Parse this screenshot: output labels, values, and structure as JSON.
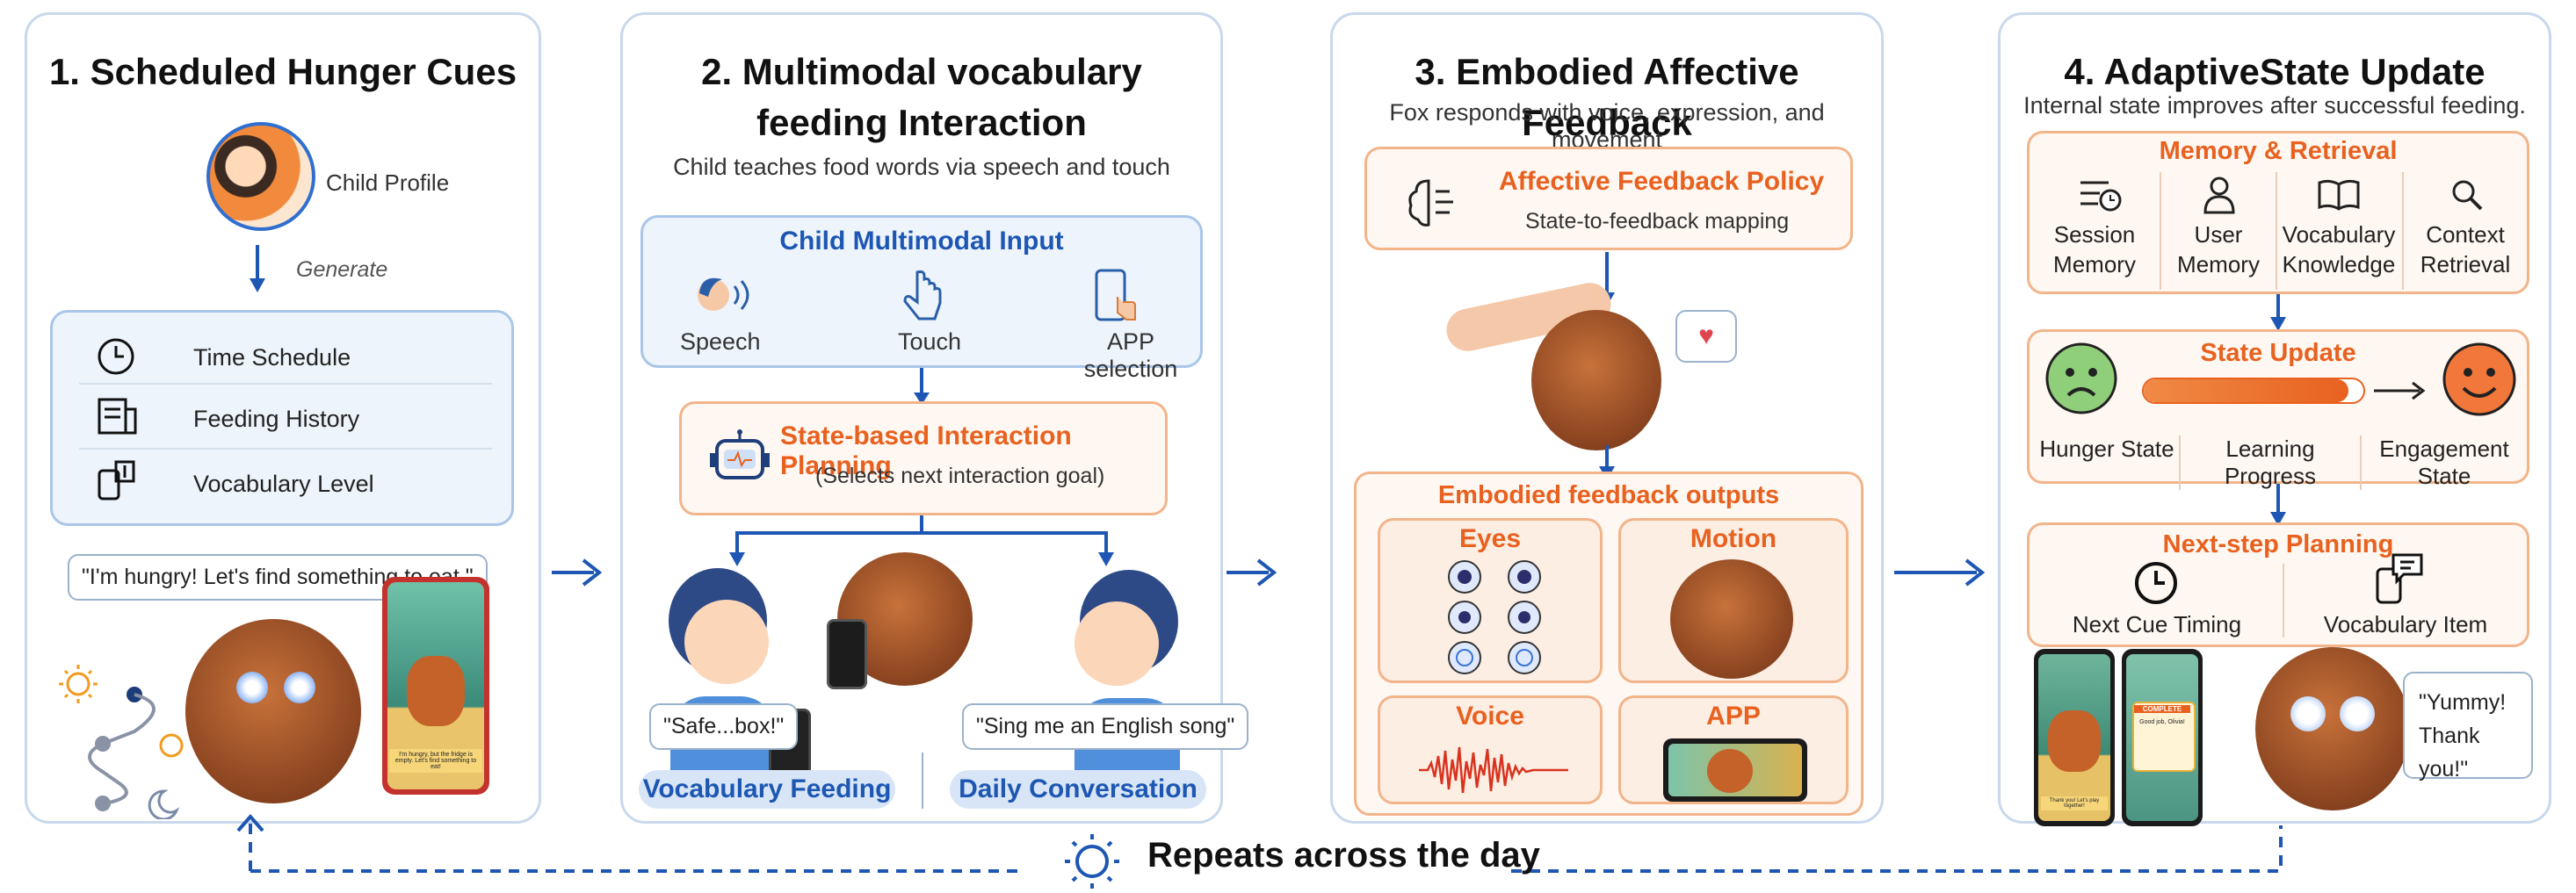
{
  "panel1": {
    "title": "1. Scheduled Hunger Cues",
    "profile_label": "Child Profile",
    "generate_label": "Generate",
    "schedule_items": [
      {
        "icon": "clock-icon",
        "label": "Time Schedule"
      },
      {
        "icon": "history-icon",
        "label": "Feeding History"
      },
      {
        "icon": "vocabulary-icon",
        "label": "Vocabulary Level"
      }
    ],
    "speech_bubble": "\"I'm hungry! Let's find something to eat.\"",
    "phone_caption": "I'm hungry, but the fridge is empty. Let's find something to eat!"
  },
  "panel2": {
    "title_line1": "2. Multimodal vocabulary",
    "title_line2": "feeding  Interaction",
    "subtitle": "Child teaches food words via speech and touch",
    "input_box_title": "Child Multimodal Input",
    "inputs": [
      {
        "icon": "speech-icon",
        "label": "Speech"
      },
      {
        "icon": "touch-icon",
        "label": "Touch"
      },
      {
        "icon": "app-selection-icon",
        "label": "APP selection"
      }
    ],
    "planning_title": "State-based Interaction Planning",
    "planning_subtitle": "(Selects next interaction goal)",
    "bubble_left": "\"Safe...box!\"",
    "bubble_right": "\"Sing me an English song\"",
    "mode_left": "Vocabulary Feeding",
    "mode_right": "Daily Conversation"
  },
  "panel3": {
    "title": "3. Embodied Affective Feedback",
    "subtitle": "Fox  responds with voice, expression, and movement",
    "policy_title": "Affective Feedback Policy",
    "policy_subtitle": "State-to-feedback mapping",
    "outputs_title": "Embodied feedback outputs",
    "outputs": [
      {
        "label": "Eyes"
      },
      {
        "label": "Motion"
      },
      {
        "label": "Voice"
      },
      {
        "label": "APP"
      }
    ]
  },
  "panel4": {
    "title": "4. AdaptiveState Update",
    "subtitle": "Internal state improves after successful feeding.",
    "memory_title": "Memory & Retrieval",
    "memory_items": [
      {
        "icon": "session-memory-icon",
        "line1": "Session",
        "line2": "Memory"
      },
      {
        "icon": "user-memory-icon",
        "line1": "User",
        "line2": "Memory"
      },
      {
        "icon": "vocabulary-knowledge-icon",
        "line1": "Vocabulary",
        "line2": "Knowledge"
      },
      {
        "icon": "search-icon",
        "line1": "Context",
        "line2": "Retrieval"
      }
    ],
    "state_title": "State Update",
    "progress_fraction": 0.93,
    "state_labels": [
      "Hunger State",
      "Learning Progress",
      "Engagement State"
    ],
    "next_title": "Next-step Planning",
    "next_items": [
      {
        "icon": "clock-icon",
        "label": "Next Cue Timing"
      },
      {
        "icon": "vocabulary-item-icon",
        "label": "Vocabulary Item"
      }
    ],
    "phone_caption_left": "Thank you! Let's play together!",
    "phone_complete": "COMPLETE",
    "phone_complete_text": "Good job, Olivia!",
    "bubble_line1": "\"Yummy!",
    "bubble_line2": "Thank you!\""
  },
  "footer": {
    "repeat_label": "Repeats across the day"
  },
  "colors": {
    "accent_blue": "#1d57b3",
    "accent_orange": "#e8611f",
    "panel_border": "#c9d8ec",
    "orange_border": "#f2b48a"
  }
}
